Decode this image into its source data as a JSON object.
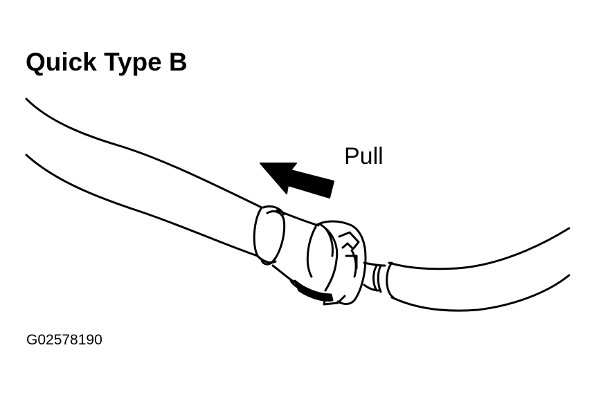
{
  "diagram": {
    "title": "Quick Type B",
    "arrow_label": "Pull",
    "figure_code": "G02578190",
    "colors": {
      "ink": "#000000",
      "paper": "#ffffff"
    }
  }
}
